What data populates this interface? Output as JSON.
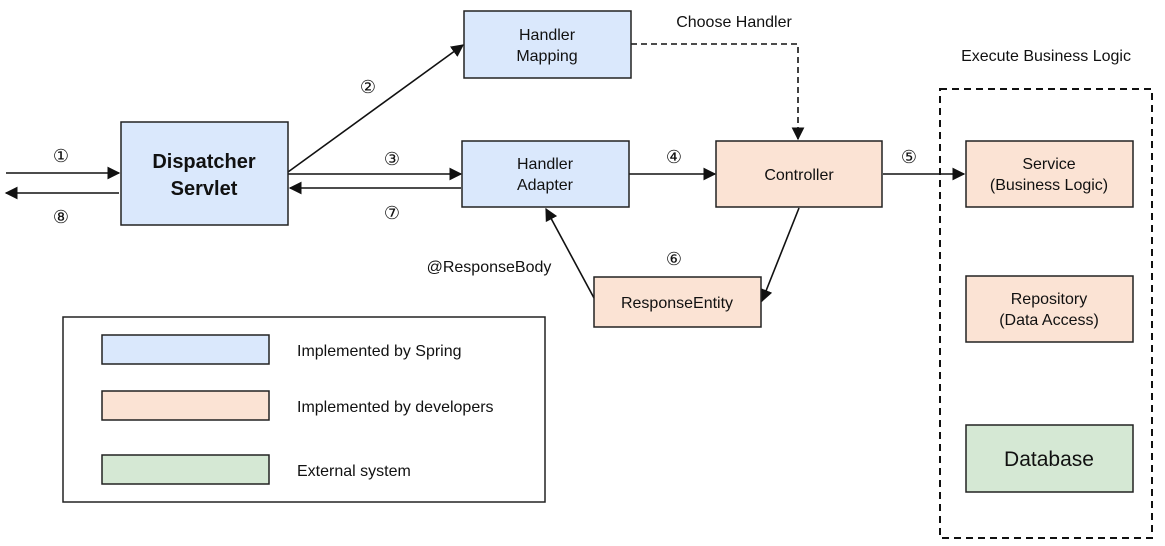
{
  "colors": {
    "spring_fill": "#dae8fc",
    "developer_fill": "#fbe3d4",
    "external_fill": "#d5e8d4",
    "stroke": "#222222"
  },
  "nodes": {
    "dispatcher_servlet": {
      "line1": "Dispatcher",
      "line2": "Servlet"
    },
    "handler_mapping": {
      "line1": "Handler",
      "line2": "Mapping"
    },
    "handler_adapter": {
      "line1": "Handler",
      "line2": "Adapter"
    },
    "controller": {
      "label": "Controller"
    },
    "response_entity": {
      "label": "ResponseEntity"
    },
    "service": {
      "line1": "Service",
      "line2": "(Business Logic)"
    },
    "repository": {
      "line1": "Repository",
      "line2": "(Data Access)"
    },
    "database": {
      "label": "Database"
    }
  },
  "annotations": {
    "choose_handler": "Choose Handler",
    "execute_business_logic": "Execute Business Logic",
    "response_body": "@ResponseBody"
  },
  "steps": {
    "s1": "①",
    "s2": "②",
    "s3": "③",
    "s4": "④",
    "s5": "⑤",
    "s6": "⑥",
    "s7": "⑦",
    "s8": "⑧"
  },
  "legend": {
    "spring": "Implemented by Spring",
    "developers": "Implemented by developers",
    "external": "External system"
  }
}
